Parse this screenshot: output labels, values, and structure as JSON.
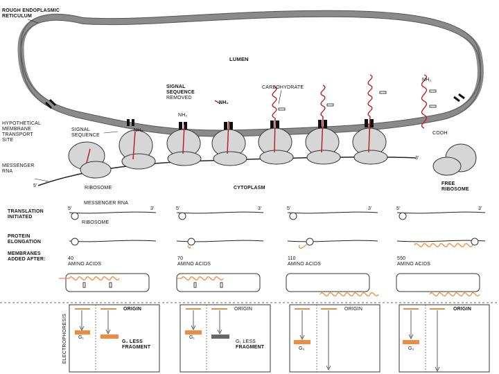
{
  "top_panel": {
    "rer_label_1": "ROUGH ENDOPLASMIC",
    "rer_label_2": "RETICULUM",
    "lumen": "LUMEN",
    "signal_removed_1": "SIGNAL",
    "signal_removed_2": "SEQUENCE",
    "signal_removed_3": "REMOVED",
    "nh2": "NH₂",
    "carbohydrate": "CARBOHYDRATE",
    "hypothetical_1": "HYPOTHETICAL",
    "hypothetical_2": "MEMBRANE",
    "hypothetical_3": "TRANSPORT",
    "hypothetical_4": "SITE",
    "signal_sequence_1": "SIGNAL",
    "signal_sequence_2": "SEQUENCE",
    "cooh": "COOH",
    "messenger_rna_1": "MESSENGER",
    "messenger_rna_2": "RNA",
    "five_prime": "5'",
    "three_prime": "3'",
    "ribosome": "RIBOSOME",
    "cytoplasm": "CYTOPLASM",
    "free_ribosome_1": "FREE",
    "free_ribosome_2": "RIBOSOME"
  },
  "bottom_panel": {
    "row_translation_1": "TRANSLATION",
    "row_translation_2": "INITIATED",
    "row_elongation_1": "PROTEIN",
    "row_elongation_2": "ELONGATION",
    "row_membranes_1": "MEMBRANES",
    "row_membranes_2": "ADDED AFTER:",
    "messenger_rna": "MESSENGER RNA",
    "ribosome": "RIBOSOME",
    "five_prime": "5'",
    "three_prime": "3'",
    "amino_acids": "AMINO ACIDS",
    "columns": [
      {
        "count": "40"
      },
      {
        "count": "70"
      },
      {
        "count": "110"
      },
      {
        "count": "550"
      }
    ],
    "electrophoresis": "ELECTROPHORESIS",
    "origin": "ORIGIN",
    "g1": "G₁",
    "g0": "G₀",
    "g1_less_1": "G₁ LESS",
    "g1_less_2": "FRAGMENT"
  },
  "colors": {
    "membrane": "#8a8a8a",
    "protein": "#b8202e",
    "ribosome": "#d6d6d6",
    "band_orange": "#f08a3e",
    "band_gray": "#666666",
    "mrna": "#222222"
  }
}
